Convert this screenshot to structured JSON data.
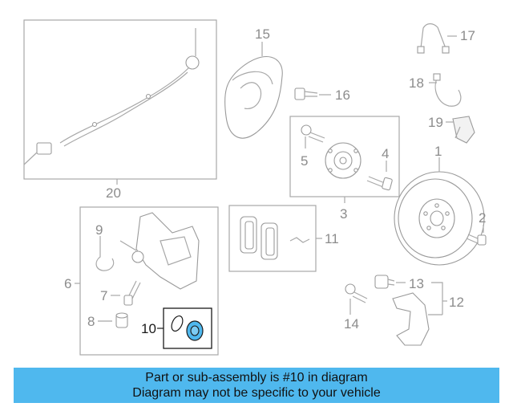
{
  "labels": {
    "p1": "1",
    "p2": "2",
    "p3": "3",
    "p4": "4",
    "p5": "5",
    "p6": "6",
    "p7": "7",
    "p8": "8",
    "p9": "9",
    "p10": "10",
    "p11": "11",
    "p12": "12",
    "p13": "13",
    "p14": "14",
    "p15": "15",
    "p16": "16",
    "p17": "17",
    "p18": "18",
    "p19": "19",
    "p20": "20"
  },
  "highlight_color": "#4fb8ee",
  "banner": {
    "line1": "Part or sub-assembly is #10 in diagram",
    "line2": "Diagram may not be specific to your vehicle"
  }
}
